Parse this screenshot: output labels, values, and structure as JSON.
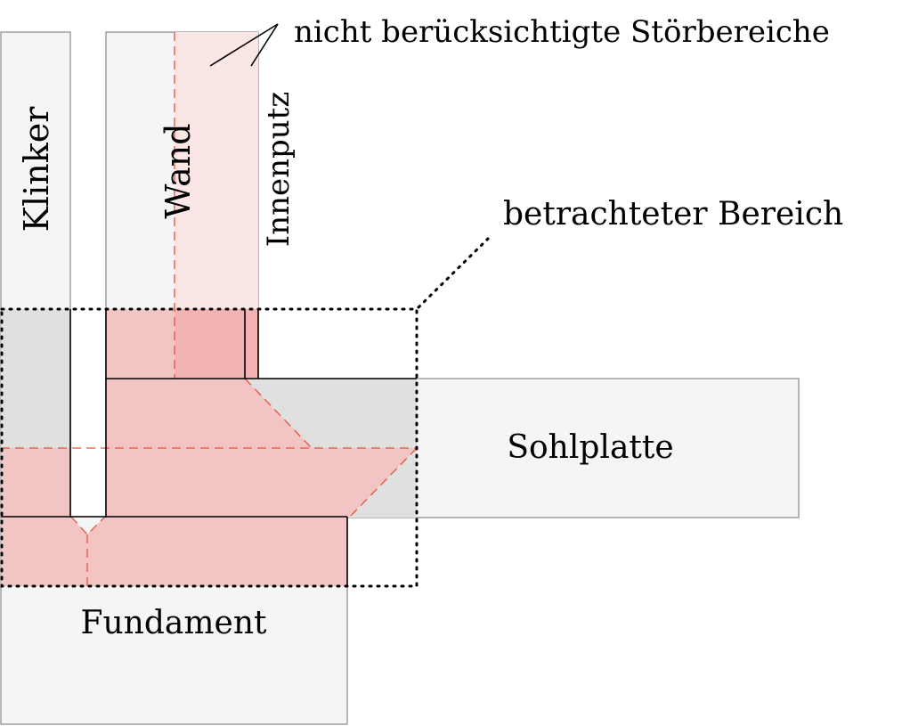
{
  "labels": {
    "klinker": "Klinker",
    "wand": "Wand",
    "innenputz": "Innenputz",
    "sohlplatte": "Sohlplatte",
    "fundament": "Fundament",
    "stoerbereiche": "nicht berücksichtigte Störbereiche",
    "betrachtet": "betrachteter Bereich"
  },
  "colors": {
    "component_fill": "#f5f5f5",
    "component_stroke": "#888888",
    "considered_fill": "#e0e0e0",
    "zone_fill": "#f2c4c4",
    "zone_dark_fill": "#f3b3b3",
    "ignored_fill": "#fbe6e6",
    "zone_dash": "#e8523a",
    "outline": "#000000"
  }
}
